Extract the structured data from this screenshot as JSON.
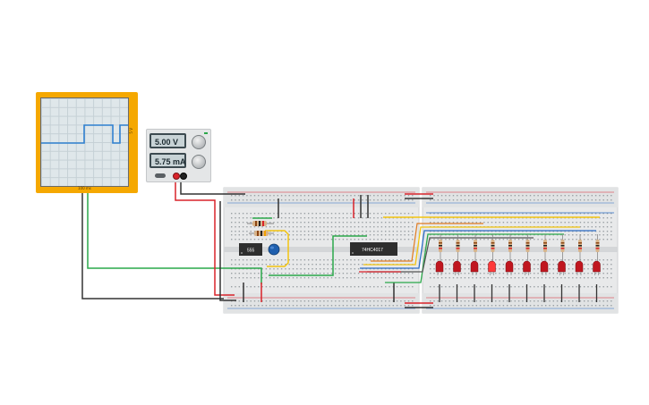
{
  "oscilloscope": {
    "side_label": "5 V",
    "bottom_label": "100 ms"
  },
  "power_supply": {
    "voltage": "5.00 V",
    "current": "5.75 mA"
  },
  "chips": {
    "timer_label": "555",
    "counter_label": "74HC4017"
  },
  "colors": {
    "oscilloscope_body": "#f5a800",
    "trace": "#2f80d0",
    "breadboard": "#e8e9ea",
    "wire_red": "#d9232a",
    "wire_black": "#333333",
    "wire_green": "#2aa84a",
    "wire_yellow": "#f2c40f",
    "wire_blue": "#2b6cc4",
    "led_red": "#c0161f",
    "capacitor": "#1f5fae"
  },
  "leds": {
    "count": 10,
    "lit_index": 3
  }
}
